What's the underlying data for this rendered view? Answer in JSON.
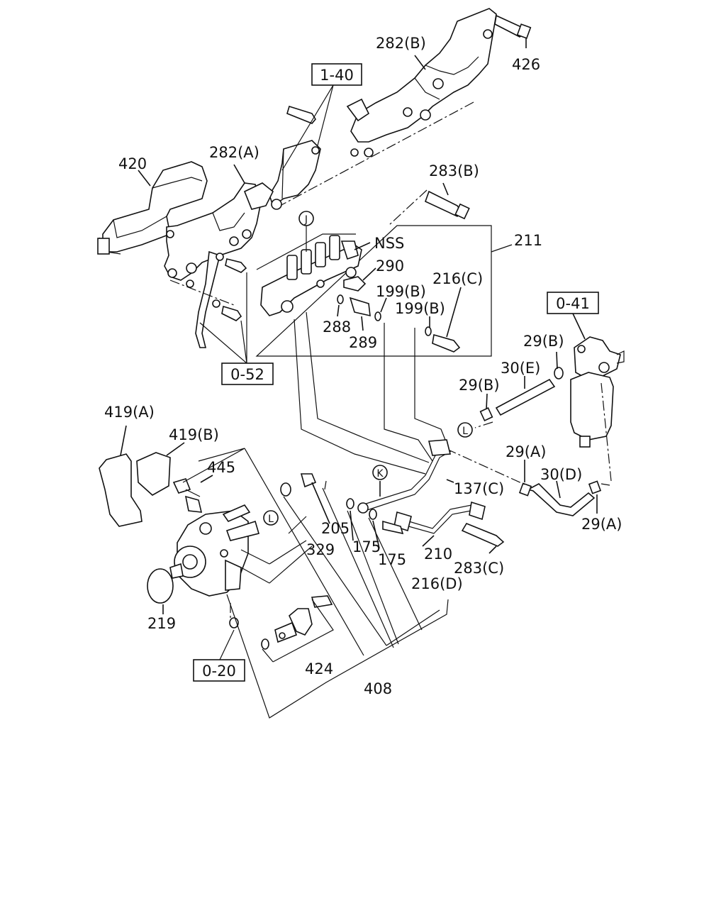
{
  "ref_boxes": {
    "r1": "1-40",
    "r2": "0-52",
    "r3": "0-41",
    "r4": "0-20"
  },
  "circle_marks": {
    "j": "J",
    "k": "K",
    "l1": "L",
    "l2": "L"
  },
  "labels": {
    "p426": "426",
    "p282b": "282(B)",
    "p282a": "282(A)",
    "p420": "420",
    "p283b": "283(B)",
    "nss": "NSS",
    "p211": "211",
    "p290": "290",
    "p216c": "216(C)",
    "p199b_1": "199(B)",
    "p199b_2": "199(B)",
    "p288": "288",
    "p289": "289",
    "p29b_1": "29(B)",
    "p30e": "30(E)",
    "p29b_2": "29(B)",
    "p419a": "419(A)",
    "p419b": "419(B)",
    "p445": "445",
    "p137c": "137(C)",
    "p29a_1": "29(A)",
    "p30d": "30(D)",
    "p29a_2": "29(A)",
    "p205": "205",
    "p329": "329",
    "p175_1": "175",
    "p175_2": "175",
    "p210": "210",
    "p283c": "283(C)",
    "p216d": "216(D)",
    "p219": "219",
    "p424": "424",
    "p408": "408"
  }
}
